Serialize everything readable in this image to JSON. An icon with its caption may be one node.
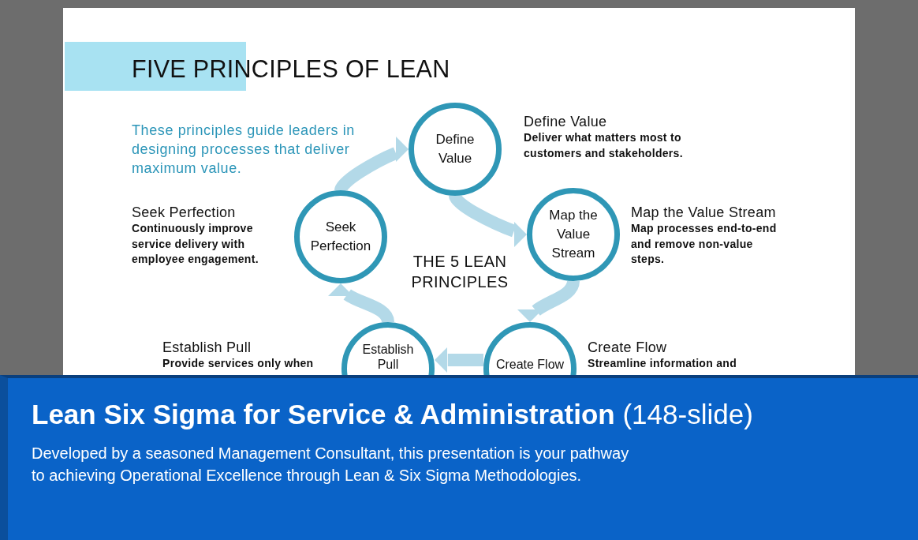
{
  "diagram": {
    "title": "FIVE PRINCIPLES OF LEAN",
    "nodes": [
      {
        "text": [
          "Define Value"
        ],
        "beside": [
          "Define Value",
          "Deliver what matters most to customers and stakeholders."
        ]
      },
      {
        "text": [
          "Map the Value Stream"
        ],
        "beside": [
          "Map the Value Stream",
          "Map processes end-to-end and remove non-value steps."
        ]
      },
      {
        "text": [
          "Create Flow"
        ],
        "beside": [
          "Create Flow",
          "Streamline information and"
        ]
      },
      {
        "text": [
          "Establish Pull"
        ],
        "beside": [
          "Establish Pull",
          "Provide services only when"
        ]
      },
      {
        "text": [
          "Seek Perfection"
        ],
        "beside": [
          "Seek Perfection",
          "Continuously improve service delivery with employee engagement."
        ]
      }
    ],
    "edges": [
      {
        "from": 0,
        "to": 1,
        "arrow": "to"
      },
      {
        "from": 1,
        "to": 2,
        "arrow": "to"
      },
      {
        "from": 2,
        "to": 3,
        "arrow": "to"
      },
      {
        "from": 3,
        "to": 4,
        "arrow": "to"
      },
      {
        "from": 4,
        "to": 0,
        "arrow": "to"
      }
    ],
    "labels": [
      "These principles guide leaders in designing processes that deliver maximum value.",
      "THE 5 LEAN PRINCIPLES",
      "**Lean Six Sigma for Service & Administration** (148-slide)",
      "Developed by a seasoned Management Consultant, this presentation is your pathway to achieving Operational Excellence through Lean & Six Sigma Methodologies."
    ]
  }
}
